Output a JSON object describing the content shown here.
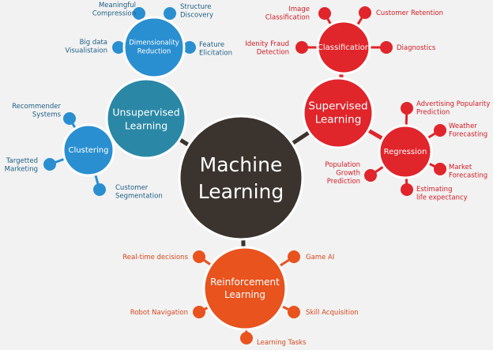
{
  "colors": {
    "background": "#f2f2f2",
    "center": "#3b332d",
    "supervised": "#e0252b",
    "unsupervised": "#2a88a6",
    "subcluster_unsupervised": "#2a8fd1",
    "reinforcement": "#e8531e",
    "leaf_supervised": "#d01c24",
    "leaf_unsupervised": "#1e5f86",
    "leaf_reinforcement": "#d6461b",
    "white": "#ffffff"
  },
  "center": {
    "lines": [
      "Machine",
      "Learning"
    ]
  },
  "branches": {
    "supervised": {
      "label_lines": [
        "Supervised",
        "Learning"
      ],
      "children": {
        "classification": {
          "label": "Classification",
          "leaves": [
            [
              "Image",
              "Classification"
            ],
            [
              "Customer Retention"
            ],
            [
              "Idenity Fraud",
              "Detection"
            ],
            [
              "Diagnostics"
            ]
          ]
        },
        "regression": {
          "label": "Regression",
          "leaves": [
            [
              "Advertising Popularity",
              "Prediction"
            ],
            [
              "Weather",
              "Forecasting"
            ],
            [
              "Market",
              "Forecasting"
            ],
            [
              "Estimating",
              "life expectancy"
            ],
            [
              "Population",
              "Growth",
              "Prediction"
            ]
          ]
        }
      }
    },
    "unsupervised": {
      "label_lines": [
        "Unsupervised",
        "Learning"
      ],
      "children": {
        "dimensionality": {
          "label_lines": [
            "Dimensionality",
            "Reduction"
          ],
          "leaves": [
            [
              "Meaningful",
              "Compression"
            ],
            [
              "Structure",
              "Discovery"
            ],
            [
              "Big data",
              "Visualistaion"
            ],
            [
              "Feature",
              "Elicitation"
            ]
          ]
        },
        "clustering": {
          "label": "Clustering",
          "leaves": [
            [
              "Recommender",
              "Systems"
            ],
            [
              "Targetted",
              "Marketing"
            ],
            [
              "Customer",
              "Segmentation"
            ]
          ]
        }
      }
    },
    "reinforcement": {
      "label_lines": [
        "Reinforcement",
        "Learning"
      ],
      "leaves": [
        [
          "Real-time decisions"
        ],
        [
          "Game AI"
        ],
        [
          "Robot Navigation"
        ],
        [
          "Skill Acquisition"
        ],
        [
          "Learning Tasks"
        ]
      ]
    }
  }
}
